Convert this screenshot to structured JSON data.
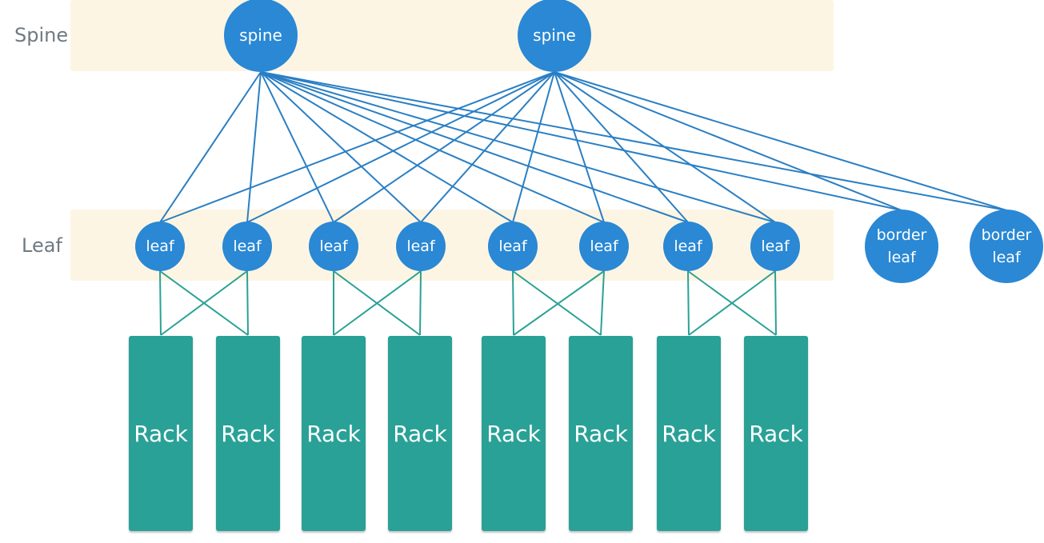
{
  "layers": {
    "spine_label": "Spine",
    "leaf_label": "Leaf"
  },
  "spines": [
    "spine",
    "spine"
  ],
  "leaves": [
    "leaf",
    "leaf",
    "leaf",
    "leaf",
    "leaf",
    "leaf",
    "leaf",
    "leaf"
  ],
  "border_leaves": [
    "border leaf",
    "border leaf"
  ],
  "racks": [
    "Rack",
    "Rack",
    "Rack",
    "Rack",
    "Rack",
    "Rack",
    "Rack",
    "Rack"
  ],
  "colors": {
    "node": "#2a88d4",
    "spine_link": "#2a7fc4",
    "rack": "#2aa196",
    "rack_link": "#2aa196",
    "band": "#fdf5e3",
    "label": "#6e7a82"
  }
}
